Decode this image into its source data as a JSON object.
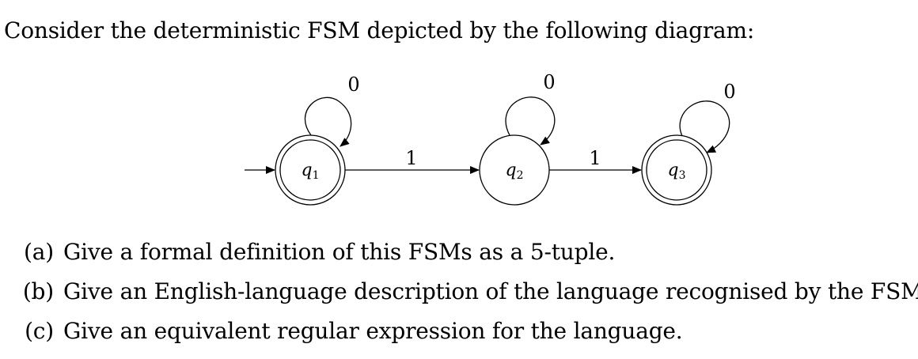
{
  "intro": "Consider the deterministic FSM depicted by the following diagram:",
  "diagram": {
    "states": [
      {
        "id": "q1",
        "base": "q",
        "sub": "1",
        "accepting": true,
        "initial": true
      },
      {
        "id": "q2",
        "base": "q",
        "sub": "2",
        "accepting": false,
        "initial": false
      },
      {
        "id": "q3",
        "base": "q",
        "sub": "3",
        "accepting": true,
        "initial": false
      }
    ],
    "loops": [
      {
        "state": "q1",
        "label": "0"
      },
      {
        "state": "q2",
        "label": "0"
      },
      {
        "state": "q3",
        "label": "0"
      }
    ],
    "transitions": [
      {
        "from": "q1",
        "to": "q2",
        "label": "1"
      },
      {
        "from": "q2",
        "to": "q3",
        "label": "1"
      }
    ]
  },
  "parts": [
    {
      "label": "(a)",
      "text": "Give a formal definition of this FSMs as a 5-tuple."
    },
    {
      "label": "(b)",
      "text": "Give an English-language description of the language recognised by the FSM."
    },
    {
      "label": "(c)",
      "text": "Give an equivalent regular expression for the language."
    }
  ]
}
